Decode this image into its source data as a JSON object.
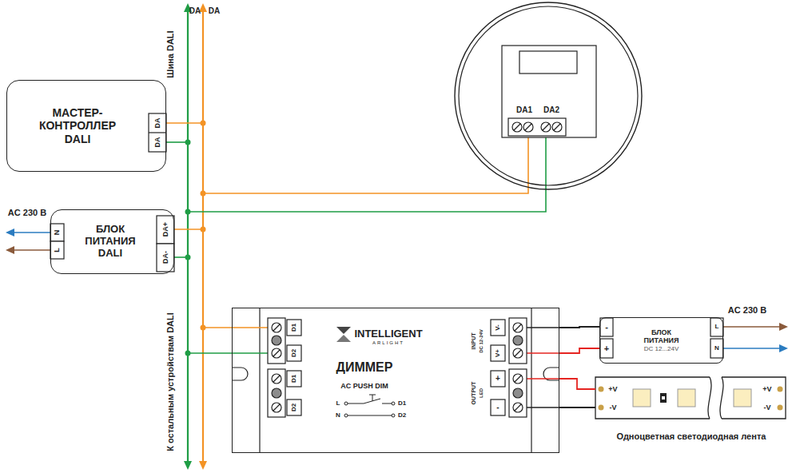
{
  "diagram": {
    "nodes": [
      {
        "text": [
          "МАСТЕР- КОНТРОЛЛЕР DALI"
        ]
      },
      {
        "text": [
          "DA1",
          "DA2"
        ]
      },
      {
        "text": [
          "БЛОК ПИТАНИЯ DALI"
        ]
      },
      {
        "text": [
          "INTELLIGENT",
          "ARLIGHT",
          "ДИММЕР",
          "AC PUSH DIM"
        ]
      },
      {
        "text": [
          "БЛОК ПИТАНИЯ",
          "DC 12...24V"
        ]
      },
      {
        "text": [
          "Одноцветная светодиодная лента"
        ]
      }
    ],
    "edges": [
      {
        "from": 3,
        "to": 4,
        "arrow": "none"
      },
      {
        "from": 3,
        "to": 4,
        "arrow": "none"
      },
      {
        "from": 3,
        "to": 5,
        "arrow": "none"
      },
      {
        "from": 3,
        "to": 5,
        "arrow": "none"
      }
    ],
    "labels": [
      "DA",
      "DA",
      "Шина DALI",
      "DA",
      "DA",
      "AC 230 В",
      "N",
      "L",
      "DA+",
      "DA-",
      "К остальным устройствам DALI",
      "D1",
      "D2",
      "D1",
      "D2",
      "L",
      "D1",
      "N",
      "D2",
      "INPUT",
      "DC 12-24V",
      "V-",
      "V+",
      "OUTPUT",
      "LED",
      "+",
      "-",
      "-",
      "+",
      "L",
      "N",
      "AC 230 В",
      "+V",
      "-V",
      "+V",
      "-V"
    ]
  }
}
